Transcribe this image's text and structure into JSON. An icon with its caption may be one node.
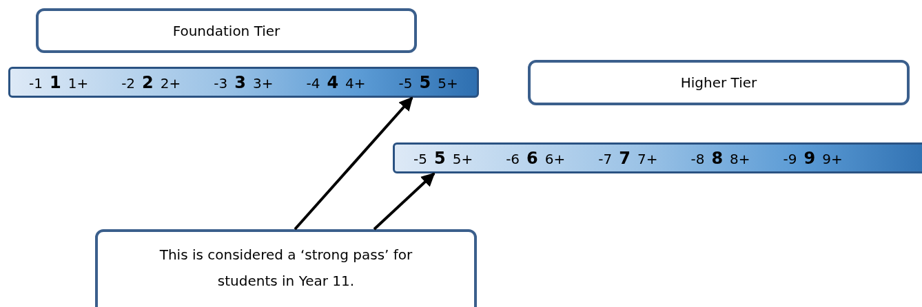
{
  "diagram": {
    "nodes": [
      {
        "text": [
          "Foundation Tier"
        ]
      },
      {
        "text": [
          "-1",
          "1",
          "1+",
          "-2",
          "2",
          "2+",
          "-3",
          "3",
          "3+",
          "-4",
          "4",
          "4+",
          "-5",
          "5",
          "5+"
        ]
      },
      {
        "text": [
          "Higher Tier"
        ]
      },
      {
        "text": [
          "-5",
          "5",
          "5+",
          "-6",
          "6",
          "6+",
          "-7",
          "7",
          "7+",
          "-8",
          "8",
          "8+",
          "-9",
          "9",
          "9+"
        ]
      },
      {
        "text": [
          "This is considered a ‘strong pass’ for students in Year 11."
        ]
      }
    ],
    "edges": [
      {
        "from": 4,
        "to": 1,
        "arrow": "to"
      },
      {
        "from": 4,
        "to": 3,
        "arrow": "to"
      }
    ]
  }
}
